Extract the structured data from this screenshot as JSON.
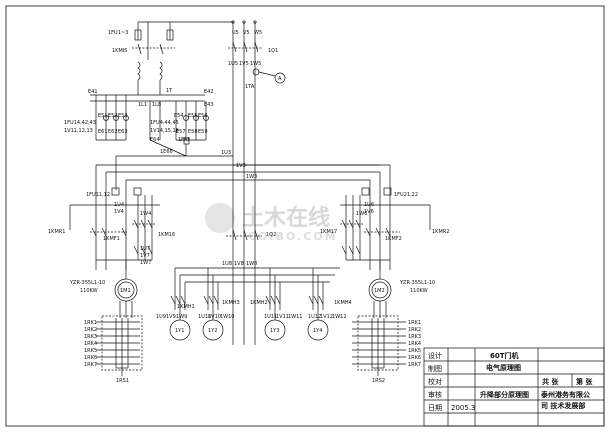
{
  "labels": {
    "fu1": "1FU1~3",
    "kmi5": "1KMI5",
    "u5": "U5",
    "v5": "V5",
    "w5": "W5",
    "q1": "1Q1",
    "u5b": "1U5",
    "v5b": "1V5",
    "w5b": "1W5",
    "ta": "1TA",
    "amp": "A",
    "e41": "E41",
    "e42": "E42",
    "e43": "E43",
    "l1": "1L1",
    "l8": "1L8",
    "tbus": "1T",
    "fu14": "1FU14,42,43",
    "v112": "1V11,12,13",
    "e51": "E51",
    "e52": "E52",
    "e53": "E53",
    "e54": "E54",
    "e55": "E55",
    "e56": "E56",
    "e61": "E61",
    "e62": "E62",
    "e63": "E63",
    "e57": "E57",
    "e58": "E58",
    "e59": "E59",
    "fa3": "1FA3",
    "e64": "E64",
    "e66": "1E66",
    "fu4": "1FU4,44,45",
    "v14": "1V14,15,16",
    "u3": "1U3",
    "v3": "1V3",
    "w3": "1W3",
    "fu11": "1FU11,12",
    "fu21": "1FU21,22",
    "u4": "1U4",
    "v4": "1V4",
    "w4": "1W4",
    "u6": "1U6",
    "v6": "1V6",
    "w6": "1W6",
    "kmr1": "1KMR1",
    "kmr2": "1KMR2",
    "kmf1": "1KMF1",
    "kmf2": "1KMF2",
    "km16": "1KM16",
    "km17": "1KM17",
    "q2": "1Q2",
    "u8": "1U8",
    "v8": "1V8",
    "w8": "1W8",
    "u7": "1U7",
    "v7": "1V7",
    "w7": "1W7",
    "motor_l_spec": "YZR-355L1-10",
    "motor_l_kw": "110KW",
    "motor_r_spec": "YZR-355L1-10",
    "motor_r_kw": "110KW",
    "m1": "1M1",
    "m2": "1M2",
    "kmh1": "1KMH1",
    "kmh2": "1KMH2",
    "kmh3": "1KMH3",
    "kmh4": "1KMH4",
    "u9": "1U9",
    "v9": "1V9",
    "w9": "1W9",
    "u10": "1U10",
    "v10": "1V10",
    "w10": "1W10",
    "u11": "1U11",
    "v11": "1V11",
    "w11": "1W11",
    "u12": "1U12",
    "v12": "1V12",
    "w12": "1W12",
    "y1": "1Y1",
    "y2": "1Y2",
    "y3": "1Y3",
    "y4": "1Y4",
    "rs1": "1RS1",
    "rs2": "1RS2",
    "rs_rows": [
      "1RK1",
      "1RK2",
      "1RK3",
      "1RK4",
      "1RK5",
      "1RK6",
      "1RK7"
    ]
  },
  "title_block": {
    "design": "设计",
    "draw": "制图",
    "check": "校对",
    "review": "审核",
    "date": "日期",
    "date_value": "2005.3",
    "project": "60T门机",
    "drawing_title": "电气原理图",
    "sheet_total": "共  张",
    "sheet_no": "第  张",
    "part_name": "升降部分原理图",
    "company_line1": "泰州港务有限公",
    "company_line2": "司 技术发展部"
  },
  "watermark": {
    "text": "土木在线",
    "sub": "COIBO.COM"
  }
}
